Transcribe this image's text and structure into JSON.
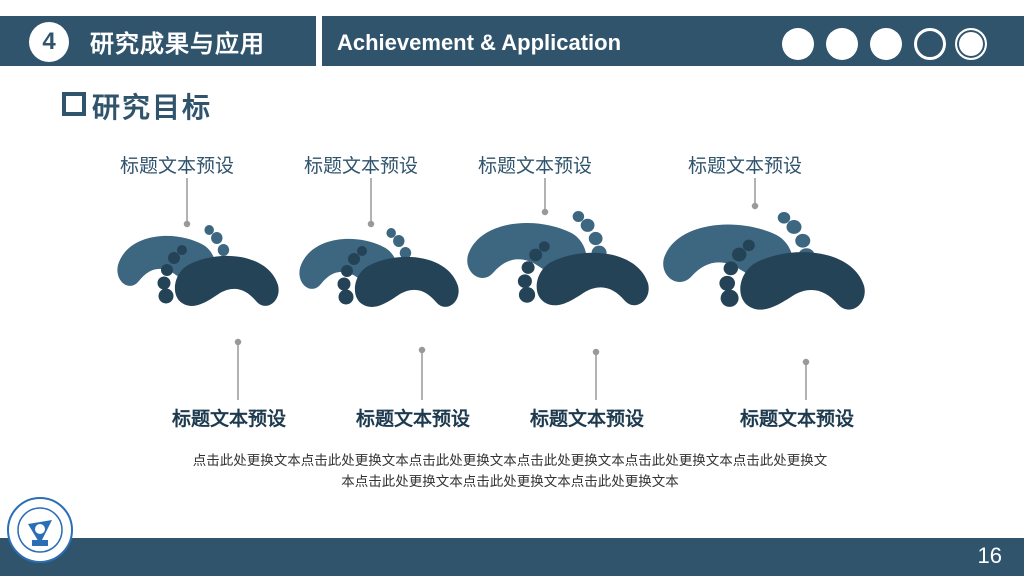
{
  "header": {
    "number": "4",
    "title_cn": "研究成果与应用",
    "title_en": "Achievement & Application"
  },
  "section": {
    "title": "研究目标"
  },
  "footsteps": {
    "top_labels": [
      "标题文本预设",
      "标题文本预设",
      "标题文本预设",
      "标题文本预设"
    ],
    "bottom_labels": [
      "标题文本预设",
      "标题文本预设",
      "标题文本预设",
      "标题文本预设"
    ]
  },
  "description": {
    "line1": "点击此处更换文本点击此处更换文本点击此处更换文本点击此处更换文本点击此处更换文本点击此处更换文",
    "line2": "本点击此处更换文本点击此处更换文本点击此处更换文本"
  },
  "footer": {
    "page_number": "16"
  },
  "colors": {
    "primary": "#31546d",
    "foot_light": "#3d6680",
    "foot_dark": "#254357",
    "white": "#ffffff"
  },
  "icons": [
    "university-logo-icon",
    "footprint-icon"
  ]
}
